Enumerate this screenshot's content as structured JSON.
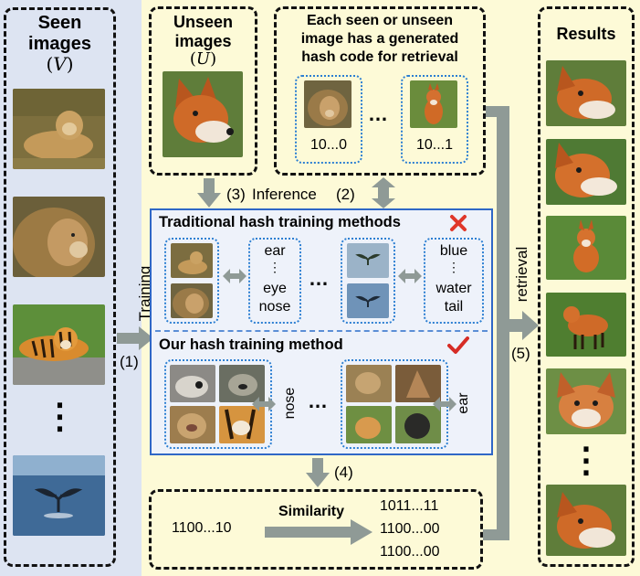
{
  "colors": {
    "left_bg": "#dde4f2",
    "yellow_bg": "#fdfad7",
    "method_box_border": "#2f67c6",
    "method_box_fill": "#eef2fa",
    "dotted_border": "#2c7fd2",
    "arrow_gray": "#8f9a96",
    "cross_red": "#e0372a",
    "check_red": "#d62c25"
  },
  "icons": {
    "cross": "cross-icon",
    "check": "check-icon"
  },
  "seen": {
    "title_line1": "Seen",
    "title_line2": "images",
    "symbol": "(𝑉)",
    "ellipsis": "⋮"
  },
  "unseen": {
    "title_line1": "Unseen",
    "title_line2": "images",
    "symbol": "(𝑈)"
  },
  "hash_codes": {
    "caption_line1": "Each seen or unseen",
    "caption_line2": "image has a generated",
    "caption_line3": "hash code for retrieval",
    "code_1": "10...0",
    "code_2": "10...1",
    "ellipsis": "…"
  },
  "inference": {
    "label_3": "(3)",
    "label_text": "Inference",
    "label_2": "(2)"
  },
  "training": {
    "label": "Training",
    "step": "(1)"
  },
  "traditional": {
    "title": "Traditional hash training methods",
    "words_1": [
      "ear",
      "⋮",
      "eye",
      "nose"
    ],
    "words_2": [
      "blue",
      "⋮",
      "water",
      "tail"
    ],
    "ellipsis": "…"
  },
  "ours": {
    "title": "Our hash training method",
    "word_1": "nose",
    "word_2": "ear",
    "ellipsis": "…"
  },
  "similarity": {
    "step": "(4)",
    "label": "Similarity",
    "query_code": "1100...10",
    "codes": [
      "1011...11",
      "1100...00",
      "1100...00"
    ]
  },
  "retrieval": {
    "label": "retrieval",
    "step": "(5)"
  },
  "results": {
    "title": "Results",
    "ellipsis": "⋮"
  }
}
